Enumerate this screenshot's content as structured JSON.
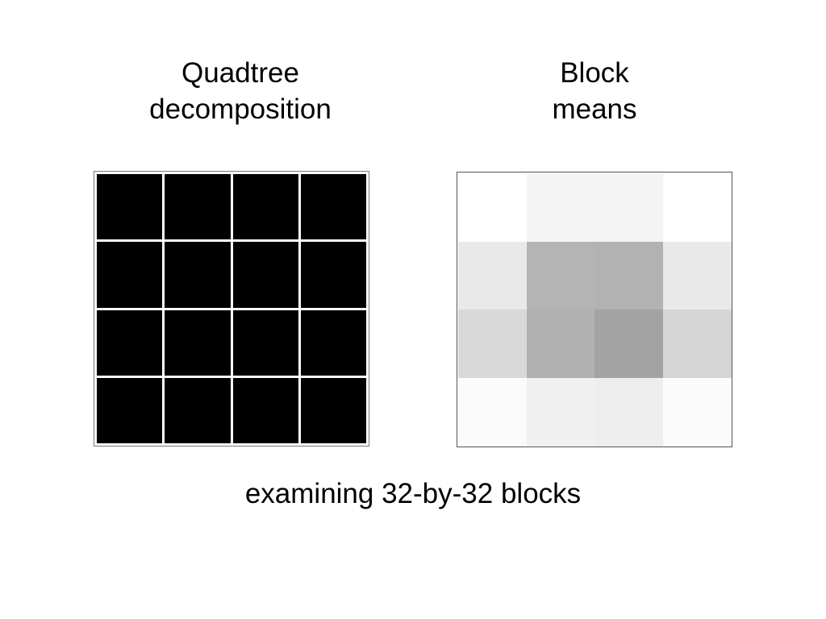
{
  "titles": {
    "left": [
      "Quadtree",
      "decomposition"
    ],
    "right": [
      "Block",
      "means"
    ]
  },
  "caption": "examining 32-by-32 blocks",
  "quadtree": {
    "rows": 4,
    "cols": 4,
    "block_color": "#000000",
    "line_color": "#ffffff"
  },
  "block_means": {
    "rows": 4,
    "cols": 4,
    "colors": [
      [
        "#ffffff",
        "#f4f4f4",
        "#f4f4f4",
        "#ffffff"
      ],
      [
        "#e9e9e9",
        "#b4b4b4",
        "#b2b2b2",
        "#e9e9e9"
      ],
      [
        "#d9d9d9",
        "#b1b1b1",
        "#a3a3a3",
        "#d5d5d5"
      ],
      [
        "#fbfbfb",
        "#f0f0f0",
        "#eeeeee",
        "#fbfbfb"
      ]
    ]
  }
}
